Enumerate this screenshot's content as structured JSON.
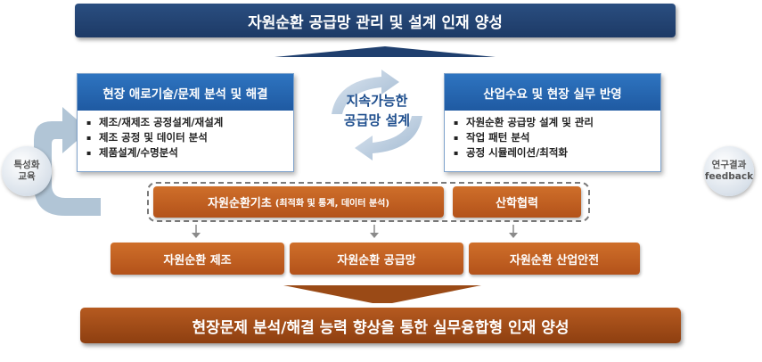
{
  "top_banner": "자원순환 공급망 관리 및 설계 인재 양성",
  "left_panel": {
    "title": "현장 애로기술/문제 분석 및 해결",
    "items": [
      "제조/재제조 공정설계/재설계",
      "제조 공정 및 데이터 분석",
      "제품설계/수명분석"
    ]
  },
  "right_panel": {
    "title": "산업수요 및 현장 실무 반영",
    "items": [
      "자원순환 공급망 설계 및 관리",
      "작업 패턴 분석",
      "공정 시뮬레이션/최적화"
    ]
  },
  "center": {
    "line1": "지속가능한",
    "line2": "공급망 설계"
  },
  "left_circle": {
    "line1": "특성화",
    "line2": "교육"
  },
  "right_circle": {
    "line1": "연구결과",
    "line2": "feedback"
  },
  "foundation": {
    "main_label": "자원순환기초",
    "main_sub": "(최적화 및 통계, 데이터 분석)",
    "coop_label": "산학협력"
  },
  "tracks": [
    "자원순환 제조",
    "자원순환 공급망",
    "자원순환 산업안전"
  ],
  "bottom_banner": "현장문제 분석/해결 능력 향상을 통한 실무융합형 인재 양성",
  "bullet_symbol": "▪",
  "colors": {
    "navy": "#1d3a66",
    "blue": "#1f5aa2",
    "orange": "#b3521a",
    "brown": "#8e3f10"
  }
}
